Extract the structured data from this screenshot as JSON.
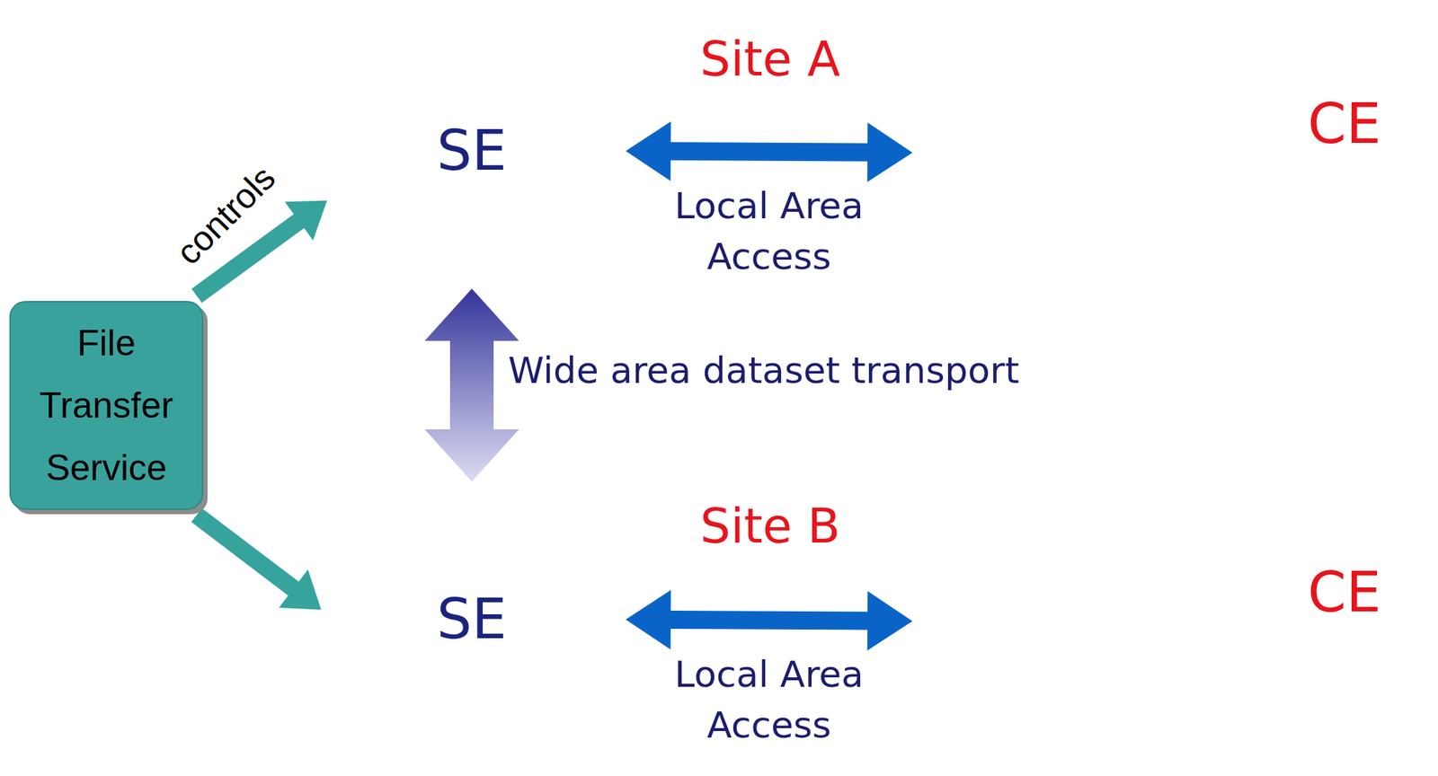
{
  "diagram": {
    "nodes": [
      {
        "text": [
          "Site A"
        ]
      },
      {
        "text": [
          "SE"
        ],
        "in": 0
      },
      {
        "text": [
          "CE"
        ],
        "in": 0
      },
      {
        "text": [
          "Site B"
        ]
      },
      {
        "text": [
          "SE"
        ],
        "in": 3
      },
      {
        "text": [
          "CE"
        ],
        "in": 3
      },
      {
        "text": [
          "File Transfer Service"
        ]
      }
    ],
    "edges": [
      {
        "from": 1,
        "to": 2,
        "arrow": "both",
        "label": "Local Area Access"
      },
      {
        "from": 4,
        "to": 5,
        "arrow": "both",
        "label": "Local Area Access"
      },
      {
        "from": 1,
        "to": 4,
        "arrow": "both",
        "label": "Wide area dataset transport"
      },
      {
        "from": 6,
        "to": 1,
        "arrow": "to",
        "label": "controls"
      },
      {
        "from": 6,
        "to": 4,
        "arrow": "to"
      }
    ]
  }
}
